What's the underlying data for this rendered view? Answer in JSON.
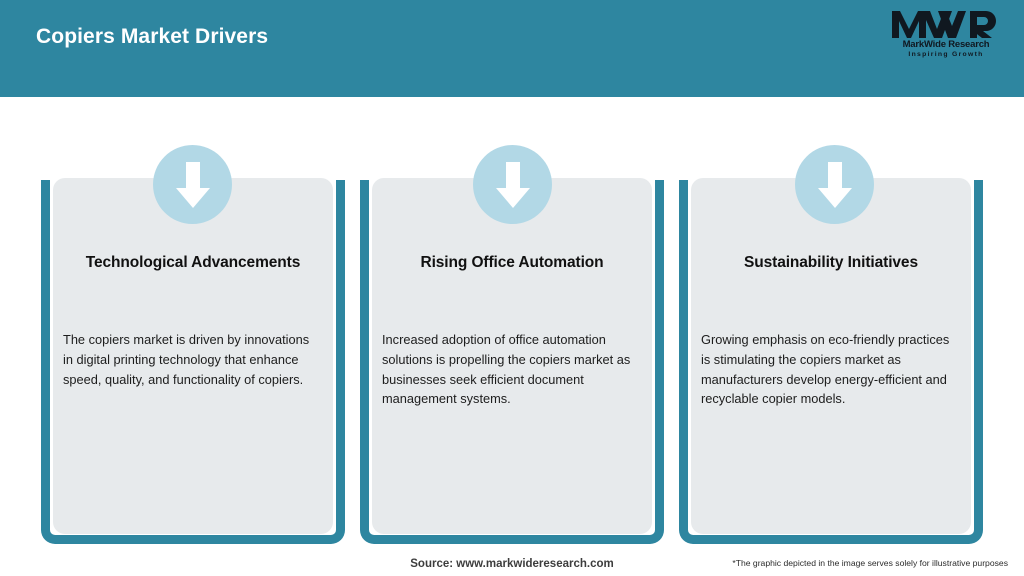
{
  "header": {
    "title": "Copiers Market Drivers",
    "background_color": "#2e86a0",
    "title_color": "#ffffff"
  },
  "logo": {
    "mark": "MWR",
    "name": "MarkWide Research",
    "tagline": "Inspiring Growth"
  },
  "theme": {
    "accent_color": "#2e86a0",
    "card_background": "#e7eaec",
    "icon_circle_color": "#b2d8e6",
    "arrow_color": "#ffffff",
    "page_background": "#ffffff"
  },
  "cards": [
    {
      "icon": "arrow-down-icon",
      "title": "Technological Advancements",
      "body": "The copiers market is driven by innovations in digital printing technology that enhance speed, quality, and functionality of copiers."
    },
    {
      "icon": "arrow-down-icon",
      "title": "Rising Office Automation",
      "body": "Increased adoption of office automation solutions is propelling the copiers market as businesses seek efficient document management systems."
    },
    {
      "icon": "arrow-down-icon",
      "title": "Sustainability Initiatives",
      "body": "Growing emphasis on eco-friendly practices is stimulating the copiers market as manufacturers develop energy-efficient and recyclable copier models."
    }
  ],
  "footer": {
    "source": "Source: www.markwideresearch.com",
    "disclaimer": "*The graphic depicted in the image serves solely for illustrative purposes"
  }
}
